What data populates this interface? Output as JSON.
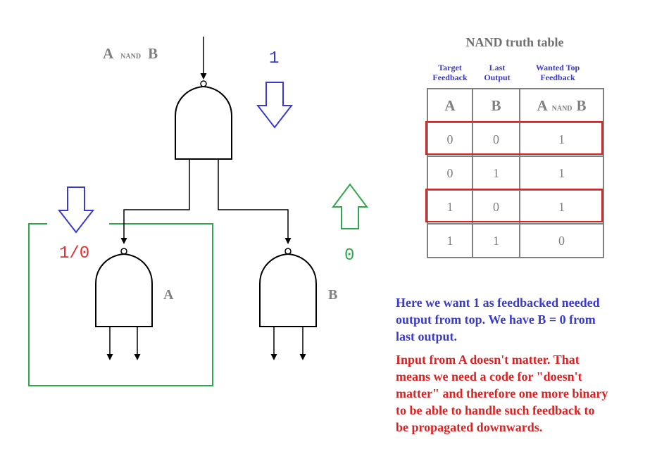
{
  "diagram": {
    "gate_title": {
      "a": "A",
      "nand": "NAND",
      "b": "B"
    },
    "top_feedback_value": "1",
    "left_feedback_value": "1/0",
    "right_feedback_value": "0",
    "gate_left_label": "A",
    "gate_right_label": "B",
    "colors": {
      "blue": "#3a3ad0",
      "red": "#e02020",
      "green": "#2ea84a",
      "gray": "#808080"
    },
    "icons": [
      "down-arrow-icon",
      "up-arrow-icon",
      "nand-gate-icon"
    ]
  },
  "truth_table": {
    "title": "NAND  truth table",
    "column_captions": [
      "Target Feedback",
      "Last Output",
      "Wanted Top Feedback"
    ],
    "headers": {
      "a": "A",
      "b": "B",
      "out_a": "A",
      "out_nand": "NAND",
      "out_b": "B"
    },
    "rows": [
      {
        "a": "0",
        "b": "0",
        "out": "1",
        "highlighted": true
      },
      {
        "a": "0",
        "b": "1",
        "out": "1",
        "highlighted": false
      },
      {
        "a": "1",
        "b": "0",
        "out": "1",
        "highlighted": true
      },
      {
        "a": "1",
        "b": "1",
        "out": "0",
        "highlighted": false
      }
    ]
  },
  "notes": {
    "blue": [
      "Here we want 1 as feedbacked needed",
      "output from top. We have B = 0 from",
      "last output."
    ],
    "red": [
      "Input from A doesn't matter. That",
      "means we need a code for \"doesn't",
      "matter\" and therefore one more binary",
      "to be able to handle such feedback to",
      "be propagated downwards."
    ]
  }
}
